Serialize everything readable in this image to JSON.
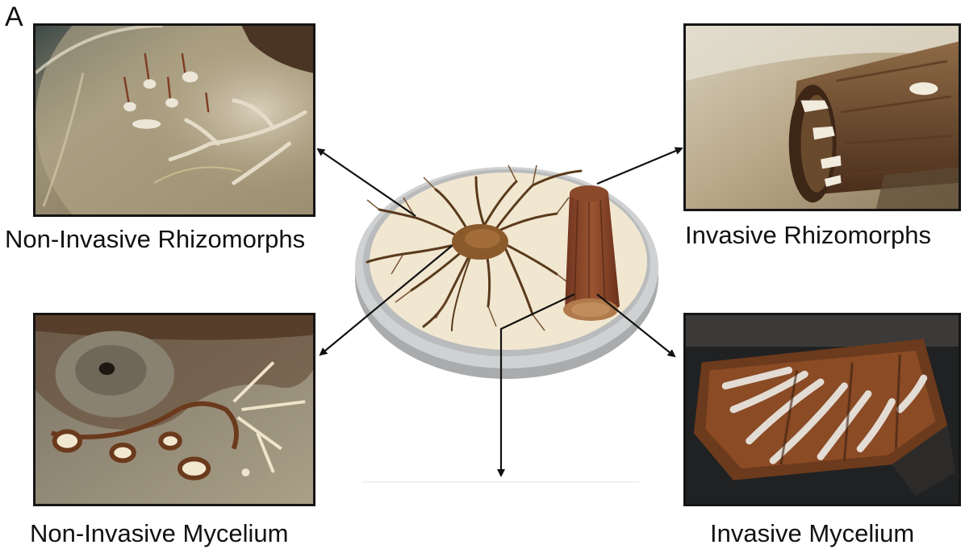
{
  "figure": {
    "panel_letter": "A",
    "panels": [
      {
        "id": "nir",
        "caption": "Non-Invasive Rhizomorphs",
        "image": "petri-dish-rhizomorphs-photo"
      },
      {
        "id": "ir",
        "caption": "Invasive Rhizomorphs",
        "image": "wood-root-rhizomorphs-photo"
      },
      {
        "id": "nim",
        "caption": "Non-Invasive Mycelium",
        "image": "mycelium-on-agar-photo"
      },
      {
        "id": "im",
        "caption": "Invasive Mycelium",
        "image": "mycelial-fans-under-bark-photo"
      }
    ],
    "center": {
      "image": "petri-dish-illustration-with-rhizomorphs-and-wood-piece"
    },
    "colors": {
      "arrow": "#111111",
      "border": "#151515",
      "dish_rim": "#c9cbcc",
      "agar": "#f1e7d1",
      "wood": "#8a4a2a"
    }
  }
}
